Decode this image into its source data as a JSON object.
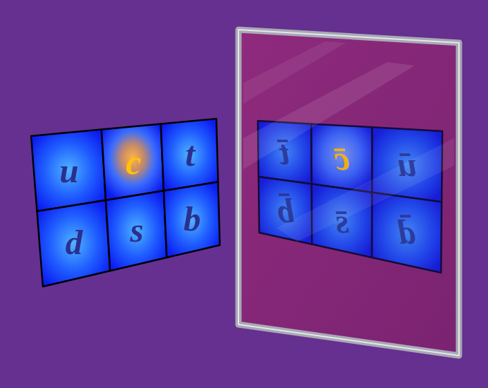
{
  "diagram": {
    "nodes": [
      {
        "text": [
          "u"
        ]
      },
      {
        "text": [
          "c"
        ]
      },
      {
        "text": [
          "t"
        ]
      },
      {
        "text": [
          "d"
        ]
      },
      {
        "text": [
          "s"
        ]
      },
      {
        "text": [
          "b"
        ]
      },
      {
        "text": [
          "t̄"
        ]
      },
      {
        "text": [
          "c̄"
        ]
      },
      {
        "text": [
          "ū"
        ]
      },
      {
        "text": [
          "b̄"
        ]
      },
      {
        "text": [
          "s̄"
        ]
      },
      {
        "text": [
          "d̄"
        ]
      }
    ]
  }
}
